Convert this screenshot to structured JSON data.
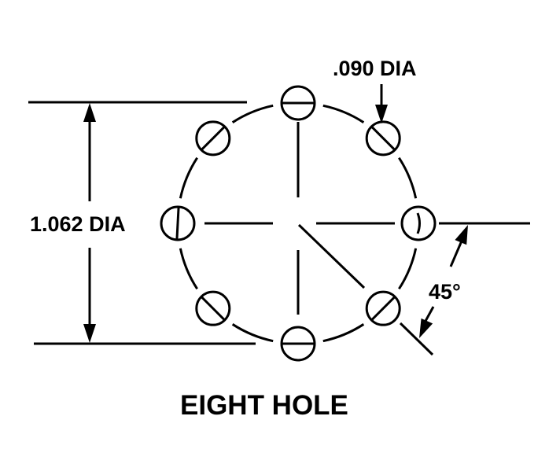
{
  "diagram": {
    "title": "EIGHT HOLE",
    "hole_count": 8,
    "hole_diameter_label": ".090 DIA",
    "bolt_circle_label": "1.062 DIA",
    "angle_label": "45°",
    "angular_spacing_deg": 45,
    "slot_orientations": [
      {
        "position_deg": 90,
        "name": "top",
        "slot": "horizontal"
      },
      {
        "position_deg": 45,
        "name": "upper-right",
        "slot": "diagonal-down"
      },
      {
        "position_deg": 0,
        "name": "right",
        "slot": "vertical-curved"
      },
      {
        "position_deg": -45,
        "name": "lower-right",
        "slot": "diagonal-up"
      },
      {
        "position_deg": -90,
        "name": "bottom",
        "slot": "horizontal"
      },
      {
        "position_deg": -135,
        "name": "lower-left",
        "slot": "diagonal-down"
      },
      {
        "position_deg": 180,
        "name": "left",
        "slot": "vertical"
      },
      {
        "position_deg": 135,
        "name": "upper-left",
        "slot": "diagonal-up"
      }
    ],
    "colors": {
      "ink": "#000000",
      "background": "#ffffff"
    }
  }
}
